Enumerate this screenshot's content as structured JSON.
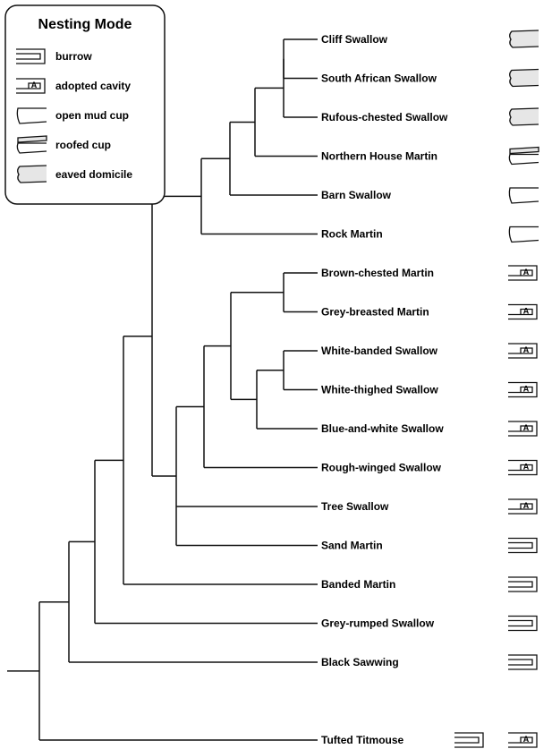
{
  "legend": {
    "title": "Nesting Mode",
    "entries": [
      {
        "key": "burrow",
        "label": "burrow",
        "icon": "burrow-icon"
      },
      {
        "key": "cavity",
        "label": "adopted cavity",
        "icon": "adopted-cavity-icon",
        "mark": "A"
      },
      {
        "key": "cup",
        "label": "open mud cup",
        "icon": "open-mud-cup-icon"
      },
      {
        "key": "roofed",
        "label": "roofed cup",
        "icon": "roofed-cup-icon"
      },
      {
        "key": "eaved",
        "label": "eaved domicile",
        "icon": "eaved-domicile-icon"
      }
    ]
  },
  "taxa": [
    {
      "name": "Cliff Swallow",
      "nest": "eaved"
    },
    {
      "name": "South African Swallow",
      "nest": "eaved"
    },
    {
      "name": "Rufous-chested Swallow",
      "nest": "eaved"
    },
    {
      "name": "Northern House Martin",
      "nest": "roofed"
    },
    {
      "name": "Barn Swallow",
      "nest": "cup"
    },
    {
      "name": "Rock Martin",
      "nest": "cup"
    },
    {
      "name": "Brown-chested Martin",
      "nest": "cavity"
    },
    {
      "name": "Grey-breasted Martin",
      "nest": "cavity"
    },
    {
      "name": "White-banded Swallow",
      "nest": "cavity"
    },
    {
      "name": "White-thighed Swallow",
      "nest": "cavity"
    },
    {
      "name": "Blue-and-white Swallow",
      "nest": "cavity"
    },
    {
      "name": "Rough-winged Swallow",
      "nest": "cavity"
    },
    {
      "name": "Tree Swallow",
      "nest": "cavity"
    },
    {
      "name": "Sand Martin",
      "nest": "burrow"
    },
    {
      "name": "Banded Martin",
      "nest": "burrow"
    },
    {
      "name": "Grey-rumped Swallow",
      "nest": "burrow"
    },
    {
      "name": "Black Sawwing",
      "nest": "burrow"
    },
    {
      "name": "Tufted Titmouse",
      "nest": "cavity",
      "extra_nest": "burrow"
    }
  ],
  "tree": [
    "root",
    [
      "n1",
      [
        "n2",
        [
          "n3",
          [
            "n4",
            [
              "n5",
              [
                "n6",
                [
                  "n7",
                  [
                    "n8",
                    [
                      "n9",
                      [
                        "n10",
                        0,
                        1
                      ],
                      2
                    ],
                    3
                  ],
                  4
                ],
                5
              ],
              [
                "n11",
                [
                  "n12",
                  [
                    "n13",
                    [
                      "n14",
                      6,
                      7
                    ],
                    [
                      "n15",
                      [
                        "n16",
                        8,
                        9
                      ],
                      10
                    ]
                  ],
                  11
                ],
                12,
                13
              ]
            ],
            14
          ],
          15
        ],
        16
      ]
    ],
    17
  ]
}
